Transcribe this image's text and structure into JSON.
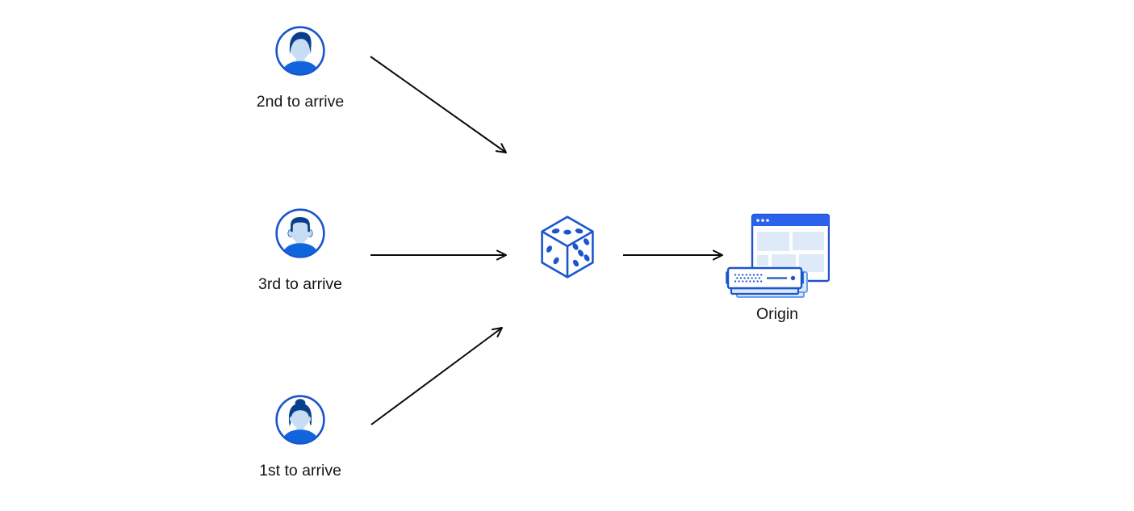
{
  "diagram": {
    "colors": {
      "background": "#ffffff",
      "accent_blue": "#1b55cd",
      "hair_blue": "#093f8c",
      "skin_blue": "#c6ddf3",
      "shirt_blue": "#1065dd",
      "browser_bar_blue": "#2a62ec",
      "panel_light_blue": "#dfeaf8",
      "server_shadow_blue": "#d9e9fb",
      "arrow_black": "#0a0a0a",
      "text_black": "#161616"
    },
    "nodes": {
      "clients": [
        {
          "id": "client-2nd",
          "label": "2nd to arrive",
          "icon": "user-avatar-man-icon"
        },
        {
          "id": "client-3rd",
          "label": "3rd to arrive",
          "icon": "user-avatar-man2-icon"
        },
        {
          "id": "client-1st",
          "label": "1st to arrive",
          "icon": "user-avatar-woman-icon"
        }
      ],
      "selector": {
        "id": "selector",
        "icon": "dice-icon"
      },
      "origin": {
        "id": "origin",
        "label": "Origin",
        "icon": "origin-server-icon"
      }
    },
    "edges": [
      {
        "from": "client-2nd",
        "to": "selector"
      },
      {
        "from": "client-3rd",
        "to": "selector"
      },
      {
        "from": "client-1st",
        "to": "selector"
      },
      {
        "from": "selector",
        "to": "origin"
      }
    ]
  }
}
